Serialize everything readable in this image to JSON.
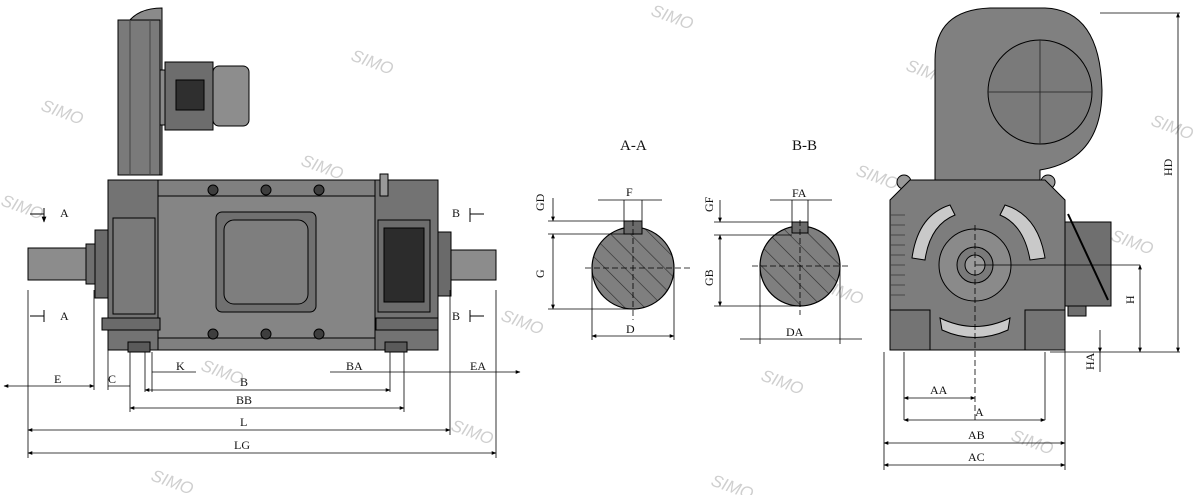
{
  "drawing": {
    "brand_watermark": "SIMO",
    "section_titles": {
      "aa": "A-A",
      "bb": "B-B"
    },
    "section_marks": {
      "a": "A",
      "b": "B"
    },
    "side_dims": {
      "e": "E",
      "c": "C",
      "k": "K",
      "b": "B",
      "ba": "BA",
      "ea": "EA",
      "bb": "BB",
      "l": "L",
      "lg": "LG"
    },
    "aa_dims": {
      "f": "F",
      "gd": "GD",
      "g": "G",
      "d": "D"
    },
    "bb_dims": {
      "fa": "FA",
      "gf": "GF",
      "gb": "GB",
      "da": "DA"
    },
    "front_dims": {
      "aa": "AA",
      "a": "A",
      "ab": "AB",
      "ac": "AC",
      "h": "H",
      "ha": "HA",
      "hd": "HD"
    }
  },
  "colors": {
    "body": "#7f7f7f",
    "body_dark": "#5c5c5c",
    "body_light": "#9a9a9a",
    "line": "#000000",
    "watermark": "#cfcfcf"
  }
}
